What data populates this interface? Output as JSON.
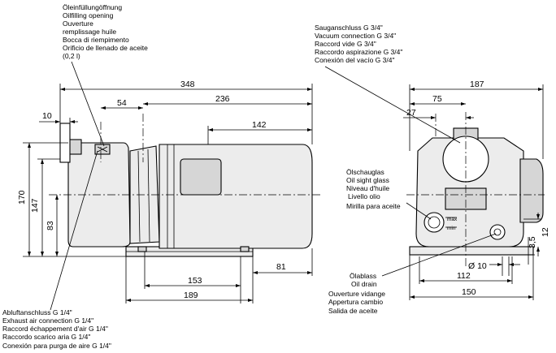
{
  "labels": {
    "oil_fill": [
      "Öleinfüllungöffnung",
      "Oilfilling opening",
      "Ouverture",
      "remplissage huile",
      "Bocca di  riempimento",
      "Orificio de llenado de aceite",
      "(0,2 l)"
    ],
    "vacuum_connection": [
      "Sauganschluss G 3/4\"",
      "Vacuum connection G 3/4\"",
      "Raccord vide G 3/4\"",
      "Raccordo aspirazione G 3/4\"",
      "Conexión del vacío G 3/4\""
    ],
    "oil_sight_glass": [
      "Ölschauglas",
      "Oil sight glass",
      "Niveau d'huile",
      "Livello olio",
      "Mirilla para aceite"
    ],
    "oil_drain": [
      "Ölablass",
      "Oil drain",
      "Ouverture vidange",
      "Appertura cambio",
      "Salida de aceite"
    ],
    "exhaust": [
      "Abluftanschluss G 1/4\"",
      "Exhaust air connection G 1/4\"",
      "Raccord échappement d'air G 1/4\"",
      "Raccordo scarico aria G 1/4\"",
      "Conexión para purga de aire G 1/4\""
    ],
    "sight_max": "max",
    "sight_min": "min"
  },
  "dimensions": {
    "d348": "348",
    "d236": "236",
    "d54": "54",
    "d10": "10",
    "d142": "142",
    "d170": "170",
    "d147": "147",
    "d83": "83",
    "d153": "153",
    "d189": "189",
    "d81": "81",
    "d187": "187",
    "d75": "75",
    "d27": "27",
    "d12": "12",
    "d35": "3,5",
    "d10dia": "Ø 10",
    "d112": "112",
    "d150": "150"
  }
}
